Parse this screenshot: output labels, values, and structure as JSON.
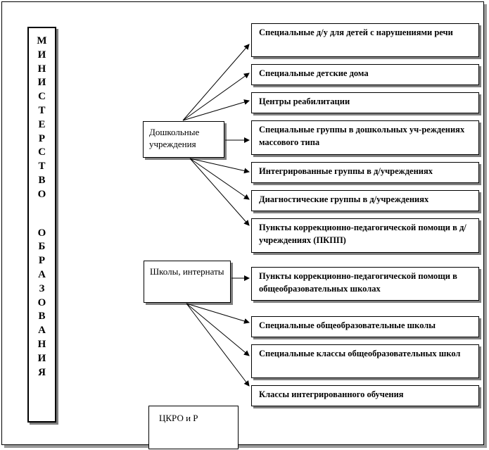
{
  "ministry": {
    "word1": [
      "М",
      "И",
      "Н",
      "И",
      "С",
      "Т",
      "Е",
      "Р",
      "С",
      "Т",
      "В",
      "О"
    ],
    "word2": [
      "О",
      "Б",
      "Р",
      "А",
      "З",
      "О",
      "В",
      "А",
      "Н",
      "И",
      "Я"
    ]
  },
  "groups": {
    "preschool": "Дошкольные учреждения",
    "schools": "Школы, интернаты",
    "ckro": "ЦКРО и Р"
  },
  "preschool_items": [
    "Специальные д/у для детей с нарушениями речи",
    "Специальные детские дома",
    "Центры реабилитации",
    "Специальные группы в дошкольных  уч-реждениях массового типа",
    "Интегрированные группы в д/учреждениях",
    "Диагностические группы  в д/учреждениях",
    "Пункты коррекционно-педагогической помощи в д/учреждениях  (ПКПП)"
  ],
  "school_items": [
    "Пункты коррекционно-педагогической помощи в общеобразовательных  школах",
    "Специальные общеобразовательные школы",
    "Специальные классы общеобразовательных школ",
    "Классы интегрированного обучения"
  ]
}
